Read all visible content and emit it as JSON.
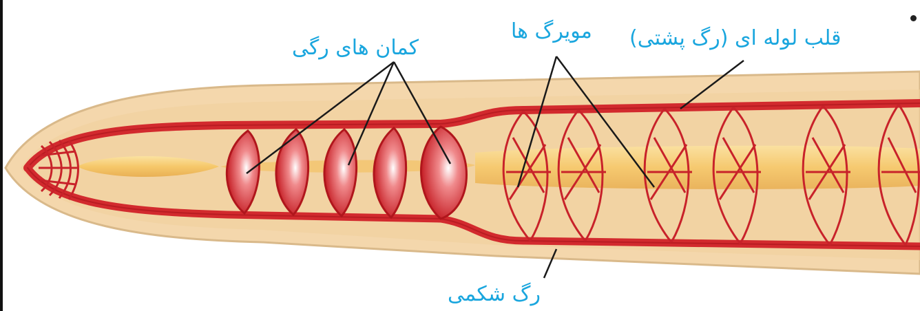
{
  "labels": {
    "aortic_arches": "کمان های رگی",
    "capillaries": "مویرگ ها",
    "dorsal_vessel": "قلب لوله ای (رگ پشتی)",
    "ventral_vessel": "رگ شکمی"
  },
  "colors": {
    "body": "#f4d7ac",
    "body_edge": "#d9b98a",
    "vessel": "#d22a2e",
    "vessel_dark": "#a8141a",
    "gut": "#f6c86a",
    "label": "#1aa6de",
    "pointer": "#1a1a1a"
  }
}
